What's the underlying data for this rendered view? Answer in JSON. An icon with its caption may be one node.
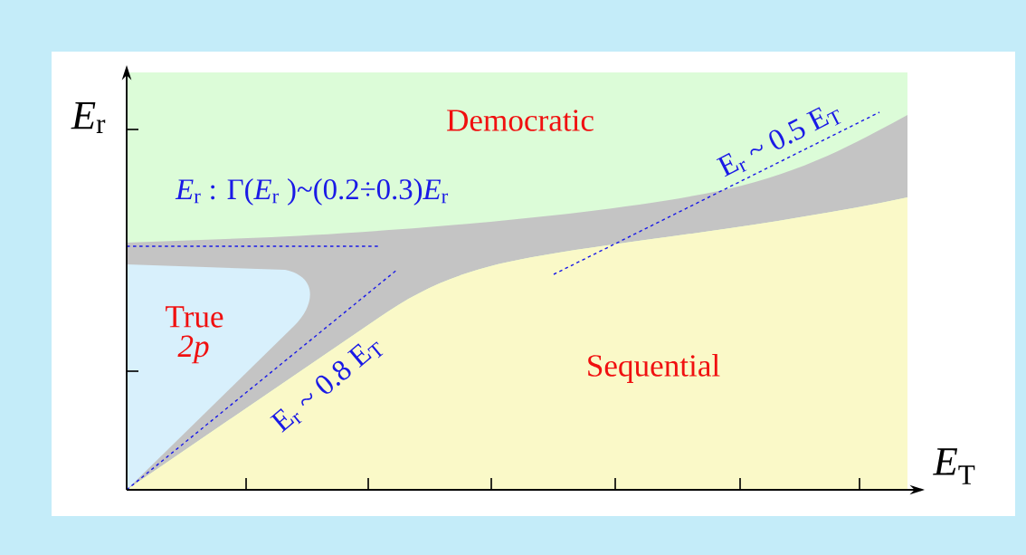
{
  "diagram": {
    "labels": [
      "*E*$_{r}$",
      "Democratic",
      "*E*$_{r}$ : Γ(*E*$_{r}$ )~(0.2÷0.3)*E*$_{r}$",
      "E$_{r}$ ~ 0.5 E$_{T}$",
      "True",
      "2p",
      "Sequential",
      "E$_{r}$ ~ 0.8 E$_{T}$",
      "*E*$_{T}$"
    ]
  }
}
